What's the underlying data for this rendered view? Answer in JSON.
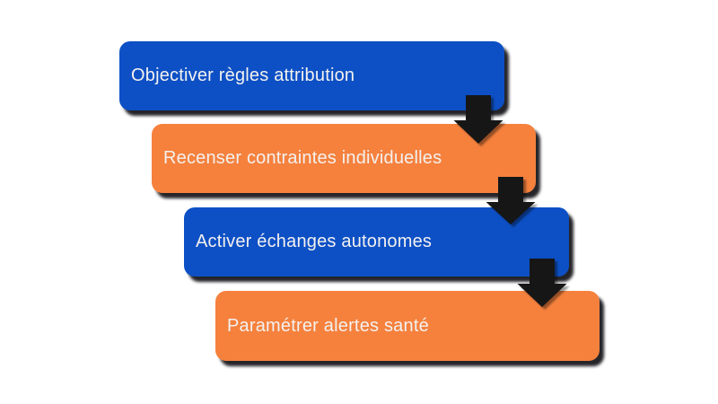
{
  "diagram": {
    "type": "vertical-process-cascade",
    "background": "#FFFFFF",
    "colors": {
      "blue": "#0D50C5",
      "orange": "#F5813D",
      "arrow": "#141416",
      "text": "#F3F1EF",
      "shadow": "rgba(12,12,18,0.9)"
    },
    "steps": [
      {
        "label": "Objectiver règles attribution",
        "color": "#0D50C5"
      },
      {
        "label": "Recenser contraintes individuelles",
        "color": "#F5813D"
      },
      {
        "label": "Activer échanges autonomes",
        "color": "#0D50C5"
      },
      {
        "label": "Paramétrer alertes santé",
        "color": "#F5813D"
      }
    ],
    "connectors": [
      {
        "name": "arrow-1",
        "from": "step-1",
        "to": "step-2"
      },
      {
        "name": "arrow-2",
        "from": "step-2",
        "to": "step-3"
      },
      {
        "name": "arrow-3",
        "from": "step-3",
        "to": "step-4"
      }
    ]
  }
}
